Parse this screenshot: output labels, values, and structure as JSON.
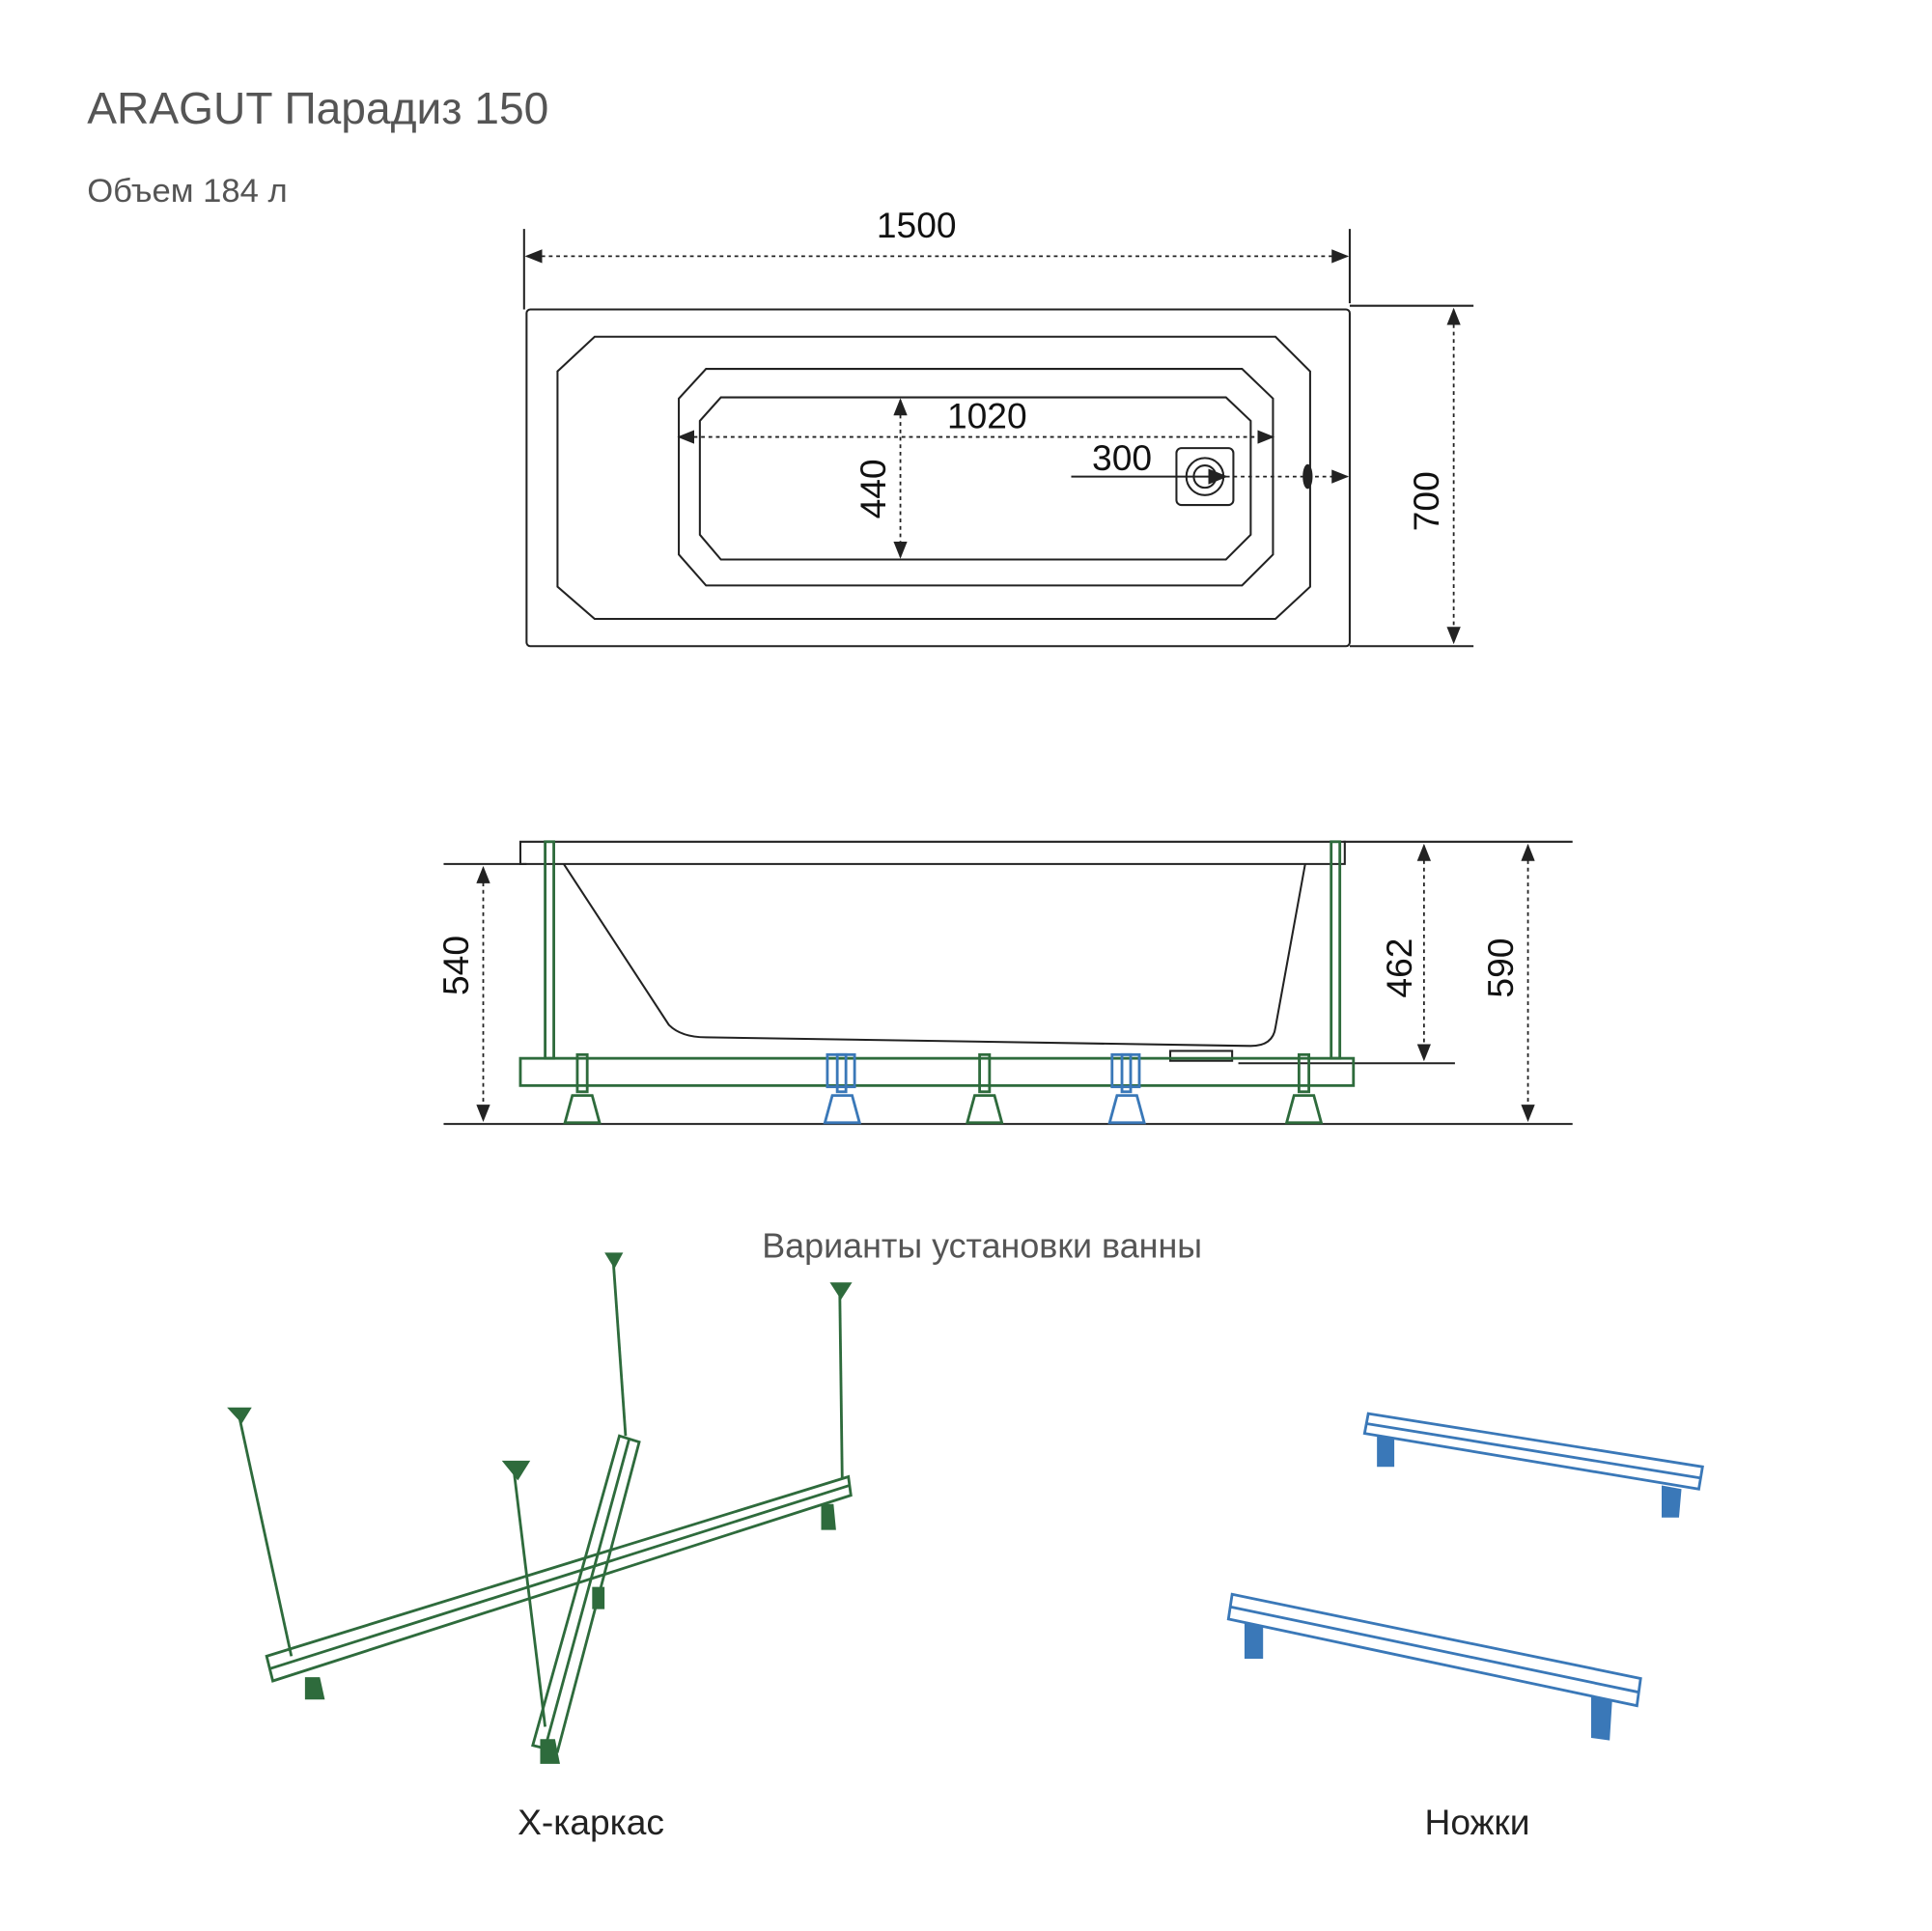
{
  "title": "ARAGUT Парадиз 150",
  "volume": "Объем  184 л",
  "top_view": {
    "length": "1500",
    "width": "700",
    "inner_length": "1020",
    "inner_width": "440",
    "drain_offset": "300"
  },
  "side_view": {
    "height_total": "540",
    "height_rim": "462",
    "height_max": "590"
  },
  "install": {
    "heading": "Варианты установки ванны",
    "option_frame": "X-каркас",
    "option_legs": "Ножки"
  },
  "colors": {
    "frame": "#2e6b3c",
    "legs": "#3a78b8",
    "text": "#555555"
  }
}
